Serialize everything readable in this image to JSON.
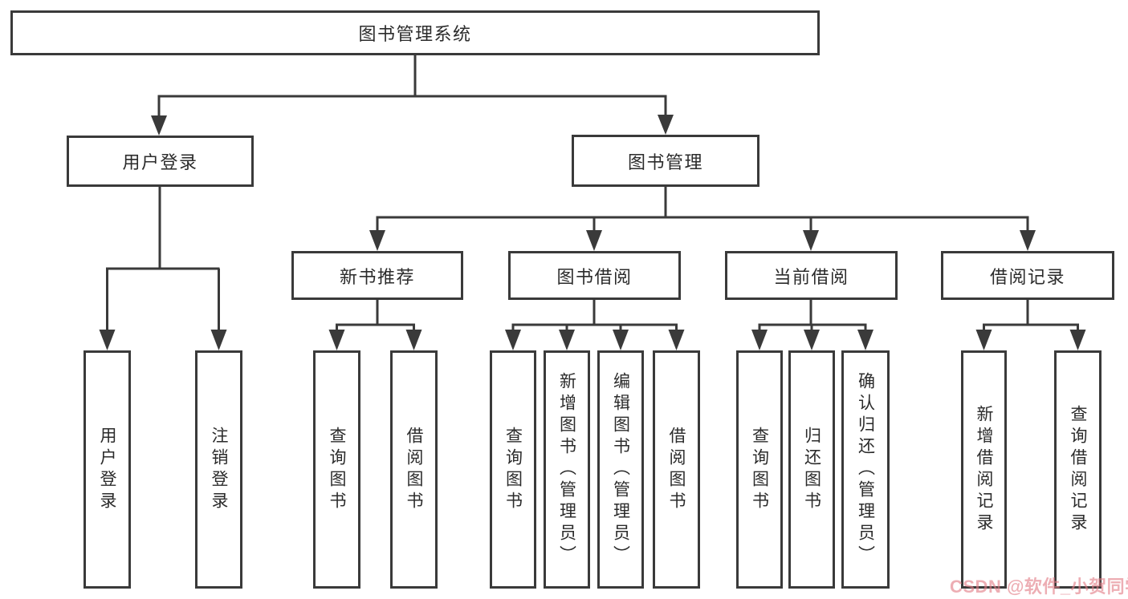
{
  "diagram": {
    "watermark": "CSDN @软件_小贺同学",
    "colors": {
      "line": "#3a3a3a",
      "box_border": "#3a3a3a",
      "box_background": "#ffffff",
      "text": "#2b2b2b",
      "watermark_pink": "#e27d86"
    },
    "tree": {
      "label": "图书管理系统",
      "children": [
        {
          "label": "用户登录",
          "children": [
            {
              "label": "用户登录"
            },
            {
              "label": "注销登录"
            }
          ]
        },
        {
          "label": "图书管理",
          "children": [
            {
              "label": "新书推荐",
              "children": [
                {
                  "label": "查询图书"
                },
                {
                  "label": "借阅图书"
                }
              ]
            },
            {
              "label": "图书借阅",
              "children": [
                {
                  "label": "查询图书"
                },
                {
                  "label": "新增图书（管理员）"
                },
                {
                  "label": "编辑图书（管理员）"
                },
                {
                  "label": "借阅图书"
                }
              ]
            },
            {
              "label": "当前借阅",
              "children": [
                {
                  "label": "查询图书"
                },
                {
                  "label": "归还图书"
                },
                {
                  "label": "确认归还（管理员）"
                }
              ]
            },
            {
              "label": "借阅记录",
              "children": [
                {
                  "label": "新增借阅记录"
                },
                {
                  "label": "查询借阅记录"
                }
              ]
            }
          ]
        }
      ]
    }
  }
}
